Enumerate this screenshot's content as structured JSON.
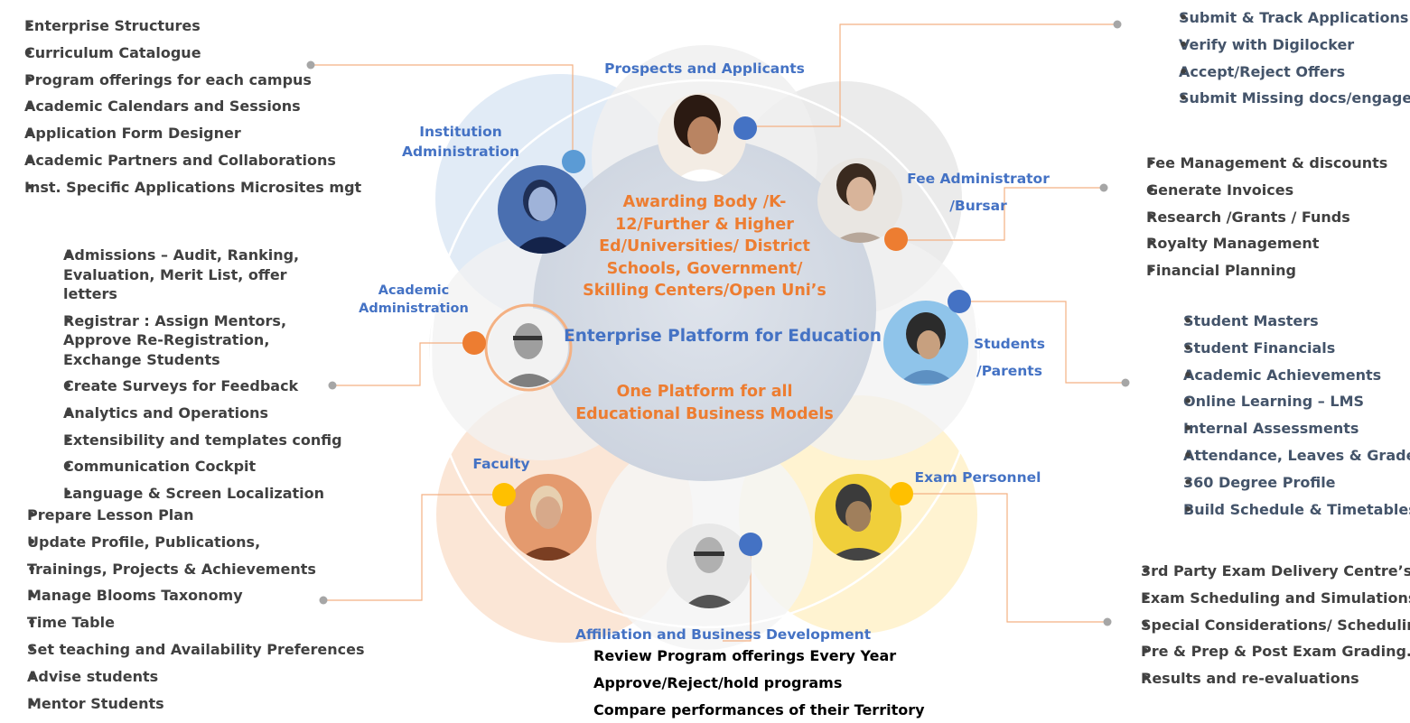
{
  "center": {
    "heading": "Awarding Body /K-12/Further & Higher Ed/Universities/ District Schools, Government/ Skilling Centers/Open Uni’s",
    "platform": "Enterprise Platform for Education",
    "tagline": "One Platform for all Educational Business Models"
  },
  "roles": {
    "prospects": "Prospects and Applicants",
    "institution": "Institution Administration",
    "fee": "Fee Administrator /Bursar",
    "academic": "Academic Administration",
    "students": "Students /Parents",
    "faculty": "Faculty",
    "exam": "Exam Personnel",
    "affiliation": "Affiliation and Business Development"
  },
  "lists": {
    "institution": [
      "Enterprise Structures",
      "Curriculum Catalogue",
      "Program offerings for each campus",
      "Academic Calendars and Sessions",
      "Application Form Designer",
      "Academic Partners and Collaborations",
      "Inst. Specific Applications Microsites mgt"
    ],
    "prospects": [
      "Submit & Track Applications",
      "Verify with Digilocker",
      "Accept/Reject Offers",
      "Submit Missing docs/engage"
    ],
    "fee": [
      "Fee Management & discounts",
      "Generate Invoices",
      "Research /Grants / Funds",
      "Royalty Management",
      "Financial Planning"
    ],
    "academic": [
      "Admissions – Audit, Ranking, Evaluation, Merit List, offer letters",
      "Registrar : Assign Mentors, Approve Re-Registration, Exchange Students",
      "Create Surveys for Feedback",
      "Analytics and Operations",
      "Extensibility and templates config",
      "Communication Cockpit",
      "Language & Screen Localization"
    ],
    "students": [
      "Student Masters",
      "Student Financials",
      "Academic Achievements",
      "Online Learning – LMS",
      "Internal Assessments",
      "Attendance, Leaves & Grades",
      "360 Degree Profile",
      "Build Schedule & Timetables"
    ],
    "faculty": [
      "Prepare Lesson Plan",
      "Update Profile, Publications,",
      "Trainings, Projects & Achievements",
      "Manage Blooms Taxonomy",
      "Time Table",
      "Set teaching and Availability Preferences",
      "Advise students",
      "Mentor Students"
    ],
    "exam": [
      "3rd Party Exam Delivery Centre’s",
      "Exam Scheduling and Simulations",
      "Special Considerations/ Scheduling/",
      "Pre & Prep & Post Exam Grading.",
      "Results and re-evaluations"
    ],
    "affiliation": [
      "Review Program offerings Every Year",
      "Approve/Reject/hold programs",
      "Compare performances of their Territory"
    ]
  },
  "colors": {
    "blue": "#4472c4",
    "orange": "#ed7d31",
    "yellow": "#ffc000",
    "light_blue": "#5b9bd5",
    "connector": "#f4b183",
    "text": "#404040"
  }
}
